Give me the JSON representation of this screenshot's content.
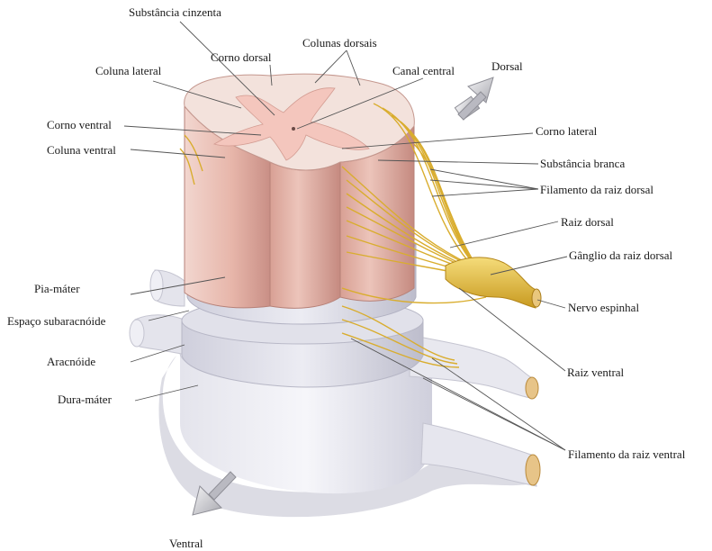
{
  "labels": {
    "substancia_cinzenta": "Substância cinzenta",
    "corno_dorsal": "Corno dorsal",
    "colunas_dorsais": "Colunas dorsais",
    "coluna_lateral": "Coluna lateral",
    "canal_central": "Canal central",
    "dorsal": "Dorsal",
    "corno_ventral": "Corno ventral",
    "coluna_ventral": "Coluna ventral",
    "corno_lateral": "Corno lateral",
    "substancia_branca": "Substância branca",
    "filamento_raiz_dorsal": "Filamento da raiz dorsal",
    "raiz_dorsal": "Raiz dorsal",
    "ganglio_raiz_dorsal": "Gânglio da raiz dorsal",
    "pia_mater": "Pia-máter",
    "nervo_espinhal": "Nervo espinhal",
    "espaco_subaracnoide": "Espaço subaracnóide",
    "aracnoide": "Aracnóide",
    "raiz_ventral": "Raiz ventral",
    "dura_mater": "Dura-máter",
    "filamento_raiz_ventral": "Filamento da raiz ventral",
    "ventral": "Ventral"
  },
  "colors": {
    "white_matter": "#f0d9d2",
    "gray_matter": "#f6ece7",
    "column_side": "#e6b8ad",
    "membrane": "#dcdce6",
    "nerve": "#e8c040",
    "leader_line": "#555555",
    "arrow": "#c8c8cc"
  }
}
